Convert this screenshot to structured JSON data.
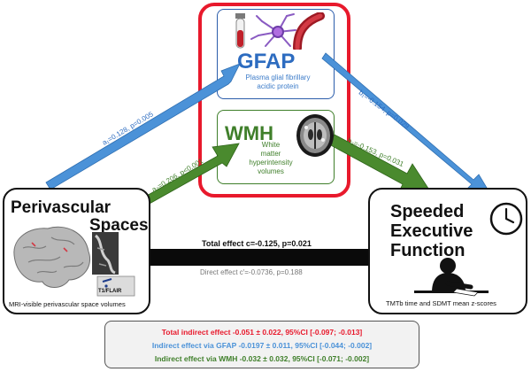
{
  "nodes": {
    "pvs": {
      "title_line1": "Perivascular",
      "title_line2": "Spaces",
      "caption": "MRI-visible perivascular space volumes",
      "inset_label": "T1/FLAIR"
    },
    "gfap": {
      "title": "GFAP",
      "subtitle_line1": "Plasma glial fibrillary",
      "subtitle_line2": "acidic protein"
    },
    "wmh": {
      "title": "WMH",
      "subtitle_line1": "White",
      "subtitle_line2": "matter",
      "subtitle_line3": "hyperintensity",
      "subtitle_line4": "volumes"
    },
    "sef": {
      "title_line1": "Speeded",
      "title_line2": "Executive",
      "title_line3": "Function",
      "caption": "TMTb time and SDMT mean z-scores"
    }
  },
  "paths": {
    "a1": "a₁=0.128, p=0.005",
    "a2": "a₂=0.206, p<0.001",
    "b1": "b₁=-0.154, p=0.029",
    "b2": "b₂=-0.153, p=0.031",
    "total": "Total effect c=-0.125, p=0.021",
    "direct": "Direct effect c′=-0.0736, p=0.188"
  },
  "summary": {
    "total_indirect": "Total indirect effect -0.051 ± 0.022, 95%CI [-0.097; -0.013]",
    "via_gfap": "Indirect effect via GFAP -0.0197 ± 0.011, 95%CI [-0.044; -0.002]",
    "via_wmh": "Indirect effect via WMH -0.032 ± 0.032, 95%CI [-0.071; -0.002]"
  },
  "colors": {
    "red": "#e8192c",
    "blue": "#4b92d8",
    "green": "#4a8a2e",
    "black": "#0a0a0a"
  },
  "icons": [
    "blood-tube-icon",
    "astrocyte-icon",
    "blood-vessel-icon",
    "brain-mri-icon",
    "brain-icon",
    "clock-icon",
    "person-writing-icon"
  ]
}
